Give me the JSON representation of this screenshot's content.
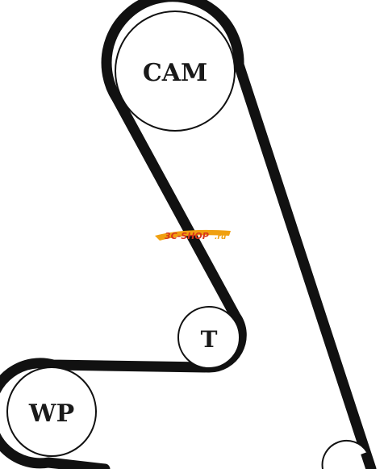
{
  "diagram": {
    "pulleys": {
      "cam": {
        "label": "CAM"
      },
      "tensioner": {
        "label": "T"
      },
      "water_pump": {
        "label": "WP"
      }
    },
    "watermark": {
      "text_primary": "3C-SHOP",
      "text_suffix": ".ru"
    },
    "colors": {
      "belt": "#111111",
      "pulley_outline": "#111111",
      "watermark_orange": "#f0a010",
      "watermark_red": "#d8361b",
      "background": "#ffffff"
    }
  }
}
